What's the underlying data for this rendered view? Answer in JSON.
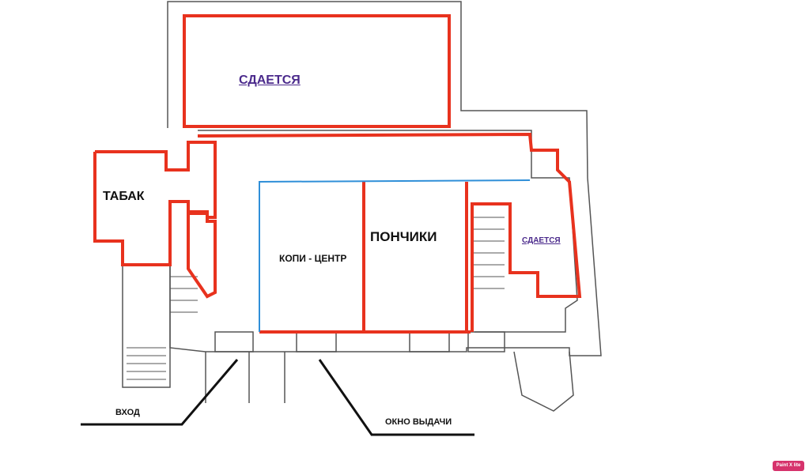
{
  "rooms": {
    "top_rent": "СДАЕТСЯ",
    "tobacco": "ТАБАК",
    "copy_center": "КОПИ - ЦЕНТР",
    "donuts": "ПОНЧИКИ",
    "right_rent": "СДАЕТСЯ"
  },
  "pointers": {
    "entrance": "ВХОД",
    "service_window": "ОКНО ВЫДАЧИ"
  },
  "badge": "Paint X lite",
  "colors": {
    "rented_outline": "#e8321e",
    "copy_center_outline": "#2f8fd8",
    "wall": "#555555",
    "label_purple": "#4b2a8c"
  }
}
